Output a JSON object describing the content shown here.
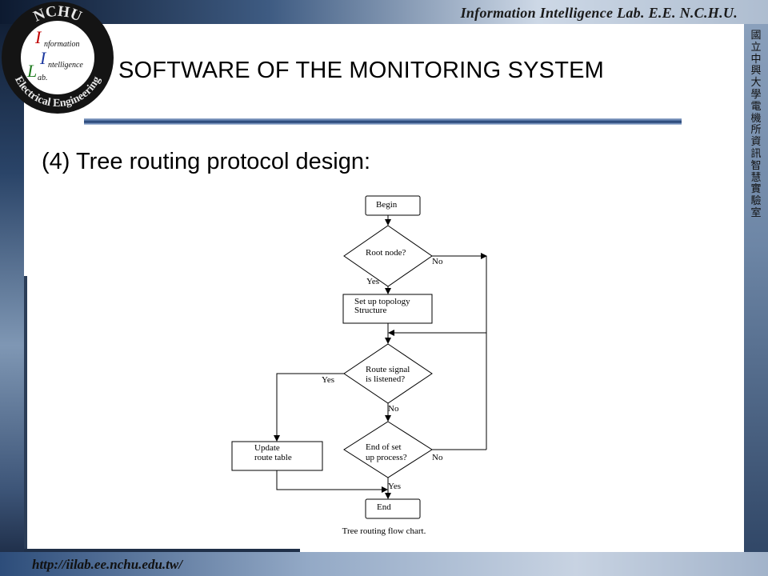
{
  "header": {
    "lab_name": "Information Intelligence Lab. E.E. N.C.H.U.",
    "vertical_label_chars": [
      "國",
      "立",
      "中",
      "興",
      "大",
      "學",
      "電",
      "機",
      "所",
      "資",
      "訊",
      "智",
      "慧",
      "實",
      "驗",
      "室"
    ]
  },
  "logo": {
    "ring_top": "NCHU",
    "ring_bottom": "Electrical Engineering",
    "line1_initial": "I",
    "line1_rest": "nformation",
    "line2_initial": "I",
    "line2_rest": "ntelligence",
    "line3_initial": "L",
    "line3_rest": "ab."
  },
  "slide": {
    "title": "SOFTWARE OF THE MONITORING SYSTEM",
    "subtitle": "(4) Tree routing protocol design:"
  },
  "flowchart": {
    "begin": "Begin",
    "root_node": "Root node?",
    "root_no": "No",
    "root_yes": "Yes",
    "setup_line1": "Set up topology",
    "setup_line2": "Structure",
    "route_line1": "Route signal",
    "route_line2": "is listened?",
    "route_yes": "Yes",
    "route_no": "No",
    "update_line1": "Update",
    "update_line2": "route table",
    "endset_line1": "End of set",
    "endset_line2": "up process?",
    "endset_no": "No",
    "endset_yes": "Yes",
    "end": "End",
    "caption": "Tree routing flow chart."
  },
  "footer": {
    "url": "http://iilab.ee.nchu.edu.tw/"
  }
}
